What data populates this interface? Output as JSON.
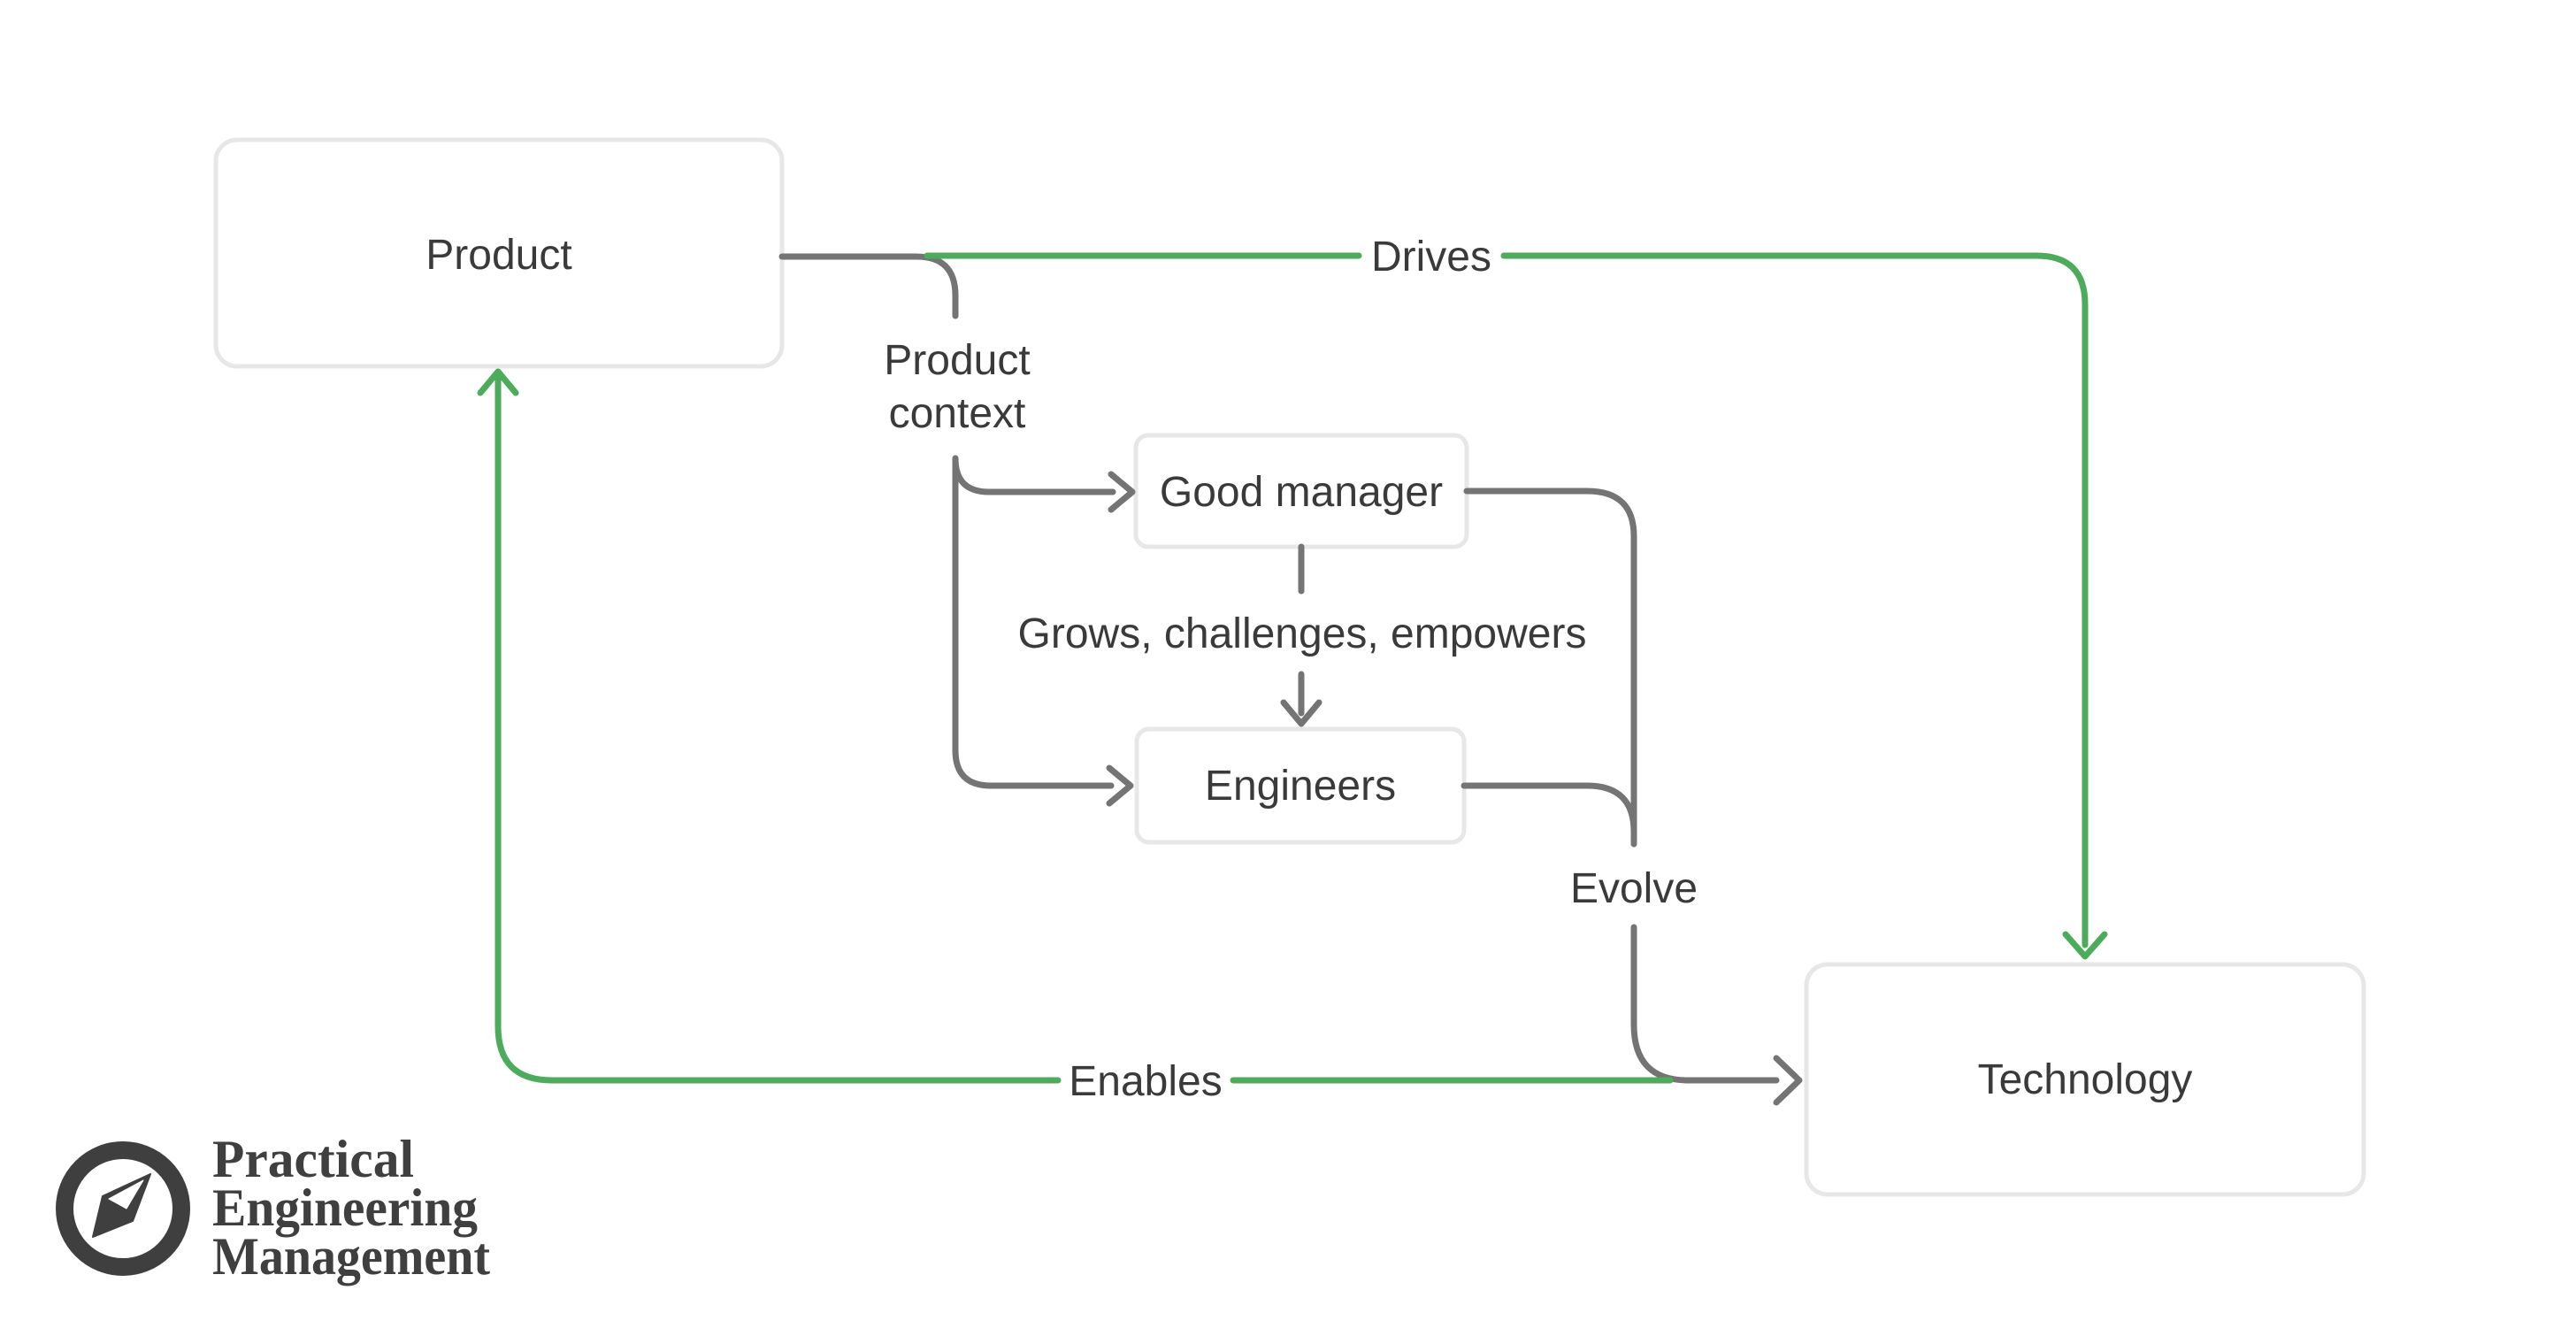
{
  "diagram": {
    "nodes": {
      "product": {
        "label": "Product"
      },
      "good_manager": {
        "label": "Good manager"
      },
      "engineers": {
        "label": "Engineers"
      },
      "technology": {
        "label": "Technology"
      }
    },
    "edges": {
      "drives": {
        "label": "Drives"
      },
      "enables": {
        "label": "Enables"
      },
      "evolve": {
        "label": "Evolve"
      },
      "grows": {
        "label": "Grows, challenges, empowers"
      },
      "product_context": {
        "lines": [
          "Product",
          "context"
        ]
      }
    },
    "colors": {
      "accent_green": "#4dab5c",
      "connector_gray": "#747474",
      "node_border": "#e7e7e7",
      "label_text": "#3a3a3a",
      "logo_ink": "#3f3f3f"
    }
  },
  "logo": {
    "lines": [
      "Practical",
      "Engineering",
      "Management"
    ]
  }
}
